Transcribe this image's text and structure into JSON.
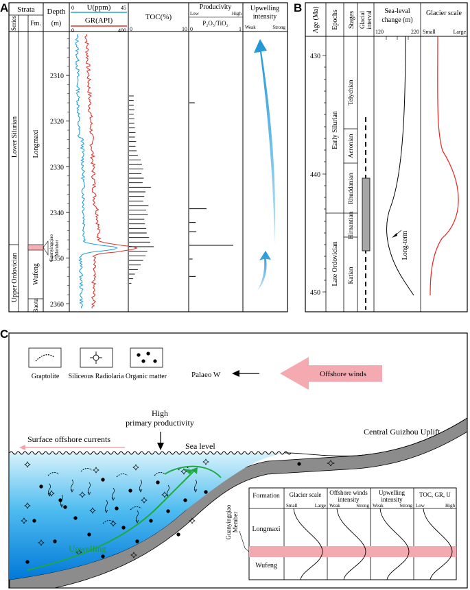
{
  "panel_a": {
    "label": "A",
    "headers": {
      "strata": "Strata",
      "series": "Series",
      "fm": "Fm.",
      "depth": "Depth",
      "depth_unit": "(m)",
      "u": "U(ppm)",
      "u_min": "0",
      "u_max": "45",
      "gr": "GR(API)",
      "gr_min": "0",
      "gr_max": "400",
      "toc": "TOC(%)",
      "toc_min": "0",
      "toc_max": "10",
      "prod": "Producivity",
      "prod_low": "Low",
      "prod_high": "High",
      "prod_ratio": "P₂O₅/TiO₂",
      "prod_min": "0",
      "prod_max": "1",
      "upw": "Upwelling",
      "upw2": "intensity",
      "weak": "Weak",
      "strong": "Strong"
    },
    "series_names": [
      "Lower Silurian",
      "Upper Ordovician"
    ],
    "formations": [
      "Longmaxi",
      "Wufeng",
      "Baota"
    ],
    "member": [
      "Guanyingqiao",
      "Member"
    ],
    "depth_ticks": [
      "2310",
      "2320",
      "2330",
      "2340",
      "2350",
      "2360"
    ],
    "depth_range": [
      2301,
      2361
    ],
    "toc_bars": [
      {
        "depth": 2314.5,
        "toc": 0.8
      },
      {
        "depth": 2315.5,
        "toc": 0.8
      },
      {
        "depth": 2316.5,
        "toc": 0.8
      },
      {
        "depth": 2317.5,
        "toc": 0.9
      },
      {
        "depth": 2318.5,
        "toc": 0.8
      },
      {
        "depth": 2319.5,
        "toc": 0.9
      },
      {
        "depth": 2320.5,
        "toc": 0.9
      },
      {
        "depth": 2321.5,
        "toc": 1.0
      },
      {
        "depth": 2322.5,
        "toc": 1.1
      },
      {
        "depth": 2323.5,
        "toc": 1.0
      },
      {
        "depth": 2324.5,
        "toc": 1.2
      },
      {
        "depth": 2325.5,
        "toc": 1.1
      },
      {
        "depth": 2326.5,
        "toc": 1.3
      },
      {
        "depth": 2327.5,
        "toc": 1.5
      },
      {
        "depth": 2328.5,
        "toc": 2.0
      },
      {
        "depth": 2329.5,
        "toc": 2.2
      },
      {
        "depth": 2330.5,
        "toc": 2.4
      },
      {
        "depth": 2331.5,
        "toc": 2.1
      },
      {
        "depth": 2332.5,
        "toc": 2.5
      },
      {
        "depth": 2333.5,
        "toc": 2.3
      },
      {
        "depth": 2334.5,
        "toc": 3.7
      },
      {
        "depth": 2335.5,
        "toc": 2.8
      },
      {
        "depth": 2336.5,
        "toc": 2.6
      },
      {
        "depth": 2337.5,
        "toc": 2.4
      },
      {
        "depth": 2338.5,
        "toc": 3.3
      },
      {
        "depth": 2339.5,
        "toc": 2.9
      },
      {
        "depth": 2340.5,
        "toc": 3.2
      },
      {
        "depth": 2341.5,
        "toc": 2.6
      },
      {
        "depth": 2342.5,
        "toc": 2.7
      },
      {
        "depth": 2343.5,
        "toc": 2.9
      },
      {
        "depth": 2344.5,
        "toc": 3.0
      },
      {
        "depth": 2345.5,
        "toc": 3.4
      },
      {
        "depth": 2346.5,
        "toc": 3.6
      },
      {
        "depth": 2347.5,
        "toc": 4.2
      },
      {
        "depth": 2348.5,
        "toc": 3.1
      },
      {
        "depth": 2349.5,
        "toc": 2.8
      },
      {
        "depth": 2350.5,
        "toc": 2.4
      },
      {
        "depth": 2351.5,
        "toc": 2.0
      },
      {
        "depth": 2352.5,
        "toc": 1.5
      },
      {
        "depth": 2353.5,
        "toc": 1.0
      },
      {
        "depth": 2354.5,
        "toc": 0.7
      },
      {
        "depth": 2355.5,
        "toc": 0.4
      }
    ],
    "prod_bars": [
      {
        "depth": 2316.0,
        "value": 0.1
      },
      {
        "depth": 2339.2,
        "value": 0.32
      },
      {
        "depth": 2342.2,
        "value": 0.12
      },
      {
        "depth": 2344.2,
        "value": 0.13
      },
      {
        "depth": 2347.2,
        "value": 0.82
      },
      {
        "depth": 2350.2,
        "value": 0.06
      },
      {
        "depth": 2354.0,
        "value": 0.12
      }
    ]
  },
  "panel_b": {
    "label": "B",
    "headers": {
      "age": "Age (Ma)",
      "epochs": "Epochs",
      "stages": "Stages",
      "glacial1": "Glacial",
      "glacial2": "interval",
      "sea1": "Sea-leval",
      "sea2": "change  (m)",
      "sea_min": "120",
      "sea_max": "220",
      "glacier": "Glacier scale",
      "small": "Small",
      "large": "Large"
    },
    "age_ticks": [
      "430",
      "440",
      "450"
    ],
    "epochs": [
      "Early Silurian",
      "Late Ordovician"
    ],
    "stages": [
      "Telychian",
      "Aeronian",
      "Rhuddanian",
      "Hirnantian",
      "Katian"
    ],
    "long_term": "Long-term",
    "colors": {
      "glacier": "#e8231d",
      "glacial_box": "#a6a6a6"
    }
  },
  "panel_c": {
    "label": "C",
    "legend": [
      "Graptolite",
      "Siliceous Radiolaria",
      "Organic matter"
    ],
    "palaeo": "Palaeo W",
    "winds": "Offshore winds",
    "productivity": [
      "High",
      "primary productivity"
    ],
    "surface": "Surface offshore currents",
    "sea_level": "Sea level",
    "uplift": "Central  Guizhou  Uplift",
    "upwelling": "Upwelling",
    "member": [
      "Guanyingqiao",
      "Member"
    ],
    "table": {
      "formation": "Formation",
      "cols": [
        {
          "title": [
            "Glacier scale"
          ],
          "lo": "Small",
          "hi": "Large"
        },
        {
          "title": [
            "Offshore winds",
            "intensity"
          ],
          "lo": "Weak",
          "hi": "Strong"
        },
        {
          "title": [
            "Upwelling",
            "intensity"
          ],
          "lo": "Weak",
          "hi": "Strong"
        },
        {
          "title": [
            "TOC, GR, U"
          ],
          "lo": "Low",
          "hi": "High"
        }
      ],
      "rows": [
        "Longmaxi",
        "Wufeng"
      ]
    },
    "colors": {
      "sea_top": "#d6f2fb",
      "sea_bottom": "#0078d8",
      "arrow_pink": "#f4aab0",
      "band_pink": "#f2a9b0",
      "upwelling_arrow": "#2ea84a",
      "upwelling_text": "#1d9b3a"
    }
  }
}
